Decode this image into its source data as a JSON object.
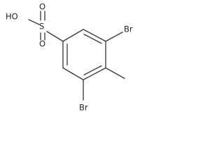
{
  "molecule": {
    "labels": {
      "hydroxyl": "HO",
      "sulfur": "S",
      "oxygen_upper": "O",
      "oxygen_lower": "O",
      "bromine_upper": "Br",
      "bromine_lower": "Br"
    }
  },
  "colors": {
    "bond": "#3a3a3a",
    "label": "#222222",
    "background": "#ffffff"
  }
}
